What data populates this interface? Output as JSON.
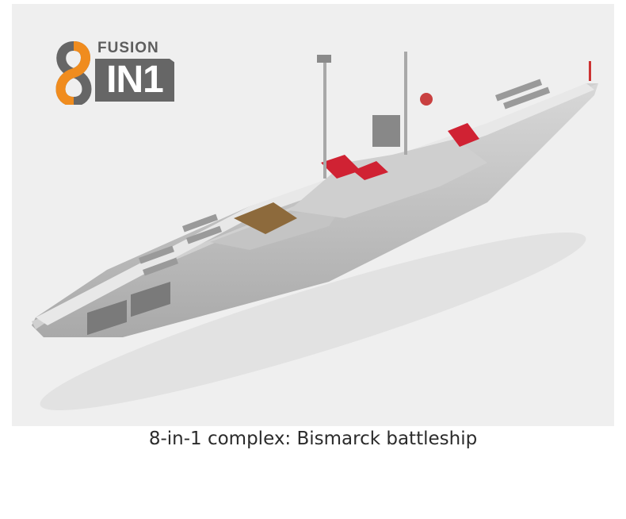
{
  "logo": {
    "numeral": "8",
    "word_top": "FUSION",
    "word_bottom": "IN1",
    "accent_color": "#f08c1e",
    "gray_color": "#666666"
  },
  "caption": "8-in-1 complex: Bismarck battleship"
}
